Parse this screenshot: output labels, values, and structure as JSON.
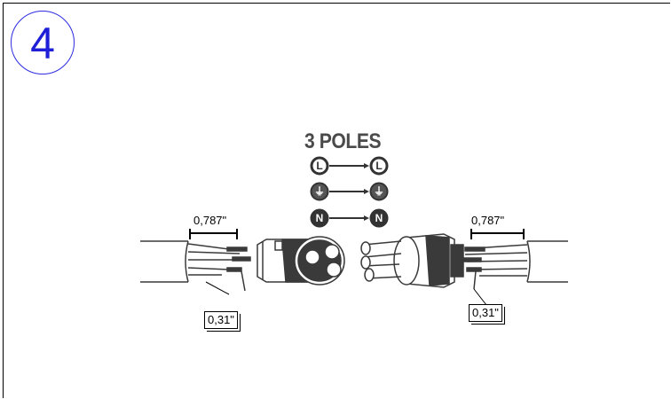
{
  "step_number": "4",
  "poles_title": "3 POLES",
  "pole_symbols": [
    {
      "left": "L",
      "right": "L"
    },
    {
      "left": "⏚",
      "right": "⏚"
    },
    {
      "left": "N",
      "right": "N"
    }
  ],
  "dimensions": {
    "strip_length_left": "0,787\"",
    "strip_length_right": "0,787\"",
    "wire_strip_left": "0,31\"",
    "wire_strip_right": "0,31\""
  },
  "colors": {
    "step_circle": "#2b2be0",
    "line": "#000000",
    "drawing": "#3a3a3a"
  }
}
